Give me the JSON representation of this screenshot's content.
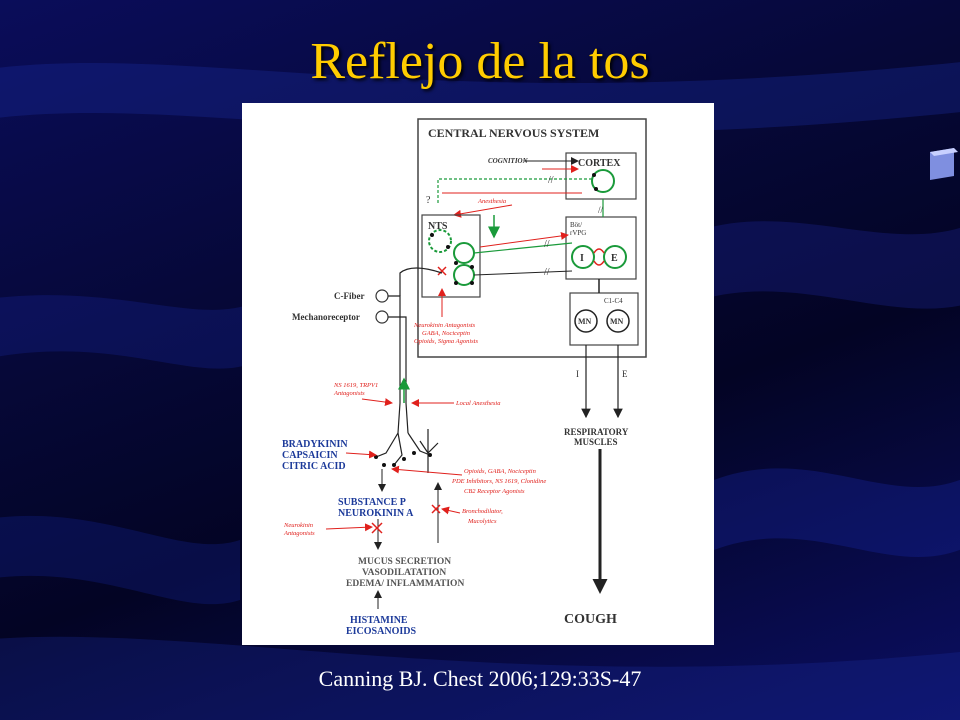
{
  "slide": {
    "title": "Reflejo de la tos",
    "citation": "Canning BJ. Chest 2006;129:33S-47"
  },
  "diagram": {
    "central_nervous_system": "CENTRAL NERVOUS SYSTEM",
    "cortex": "CORTEX",
    "cognition": "COGNITION",
    "question_mark": "?",
    "nts": "NTS",
    "anesthesia": "Anesthesia",
    "botzinger_line1": "Böt/",
    "botzinger_line2": "rVPG",
    "inspiratory_neuron": "I",
    "expiratory_neuron": "E",
    "c1_c4": "C1-C4",
    "motor_neuron_left": "MN",
    "motor_neuron_right": "MN",
    "c_fiber": "C-Fiber",
    "mechanoreceptor": "Mechanoreceptor",
    "nts_inhibitors_line1": "Neurokinin Antagonists",
    "nts_inhibitors_line2": "GABA, Nociceptin",
    "nts_inhibitors_line3": "Opioids, Sigma Agonists",
    "trpv1_line1": "NS 1619, TRPV1",
    "trpv1_line2": "Antagonists",
    "local_anesthesia": "Local Anesthesia",
    "pathway_i": "I",
    "pathway_e": "E",
    "respiratory_muscles_line1": "RESPIRATORY",
    "respiratory_muscles_line2": "MUSCLES",
    "stimuli_line1": "BRADYKININ",
    "stimuli_line2": "CAPSAICIN",
    "stimuli_line3": "CITRIC ACID",
    "peripheral_inhibitors_line1": "Opioids, GABA, Nociceptin",
    "peripheral_inhibitors_line2": "PDE Inhibitors, NS 1619, Clonidine",
    "peripheral_inhibitors_line3": "CB2 Receptor Agonists",
    "neuropeptides_line1": "SUBSTANCE P",
    "neuropeptides_line2": "NEUROKININ A",
    "bronchodilator_line1": "Bronchodilator,",
    "bronchodilator_line2": "Mucolytics",
    "neurokinin_antagonists_line1": "Neurokinin",
    "neurokinin_antagonists_line2": "Antagonists",
    "effects_line1": "MUCUS SECRETION",
    "effects_line2": "VASODILATATION",
    "effects_line3": "EDEMA/ INFLAMMATION",
    "mediators_line1": "HISTAMINE",
    "mediators_line2": "EICOSANOIDS",
    "cough": "COUGH"
  },
  "colors": {
    "title": "#ffcc00",
    "inhibitor_arrows": "#e0201c",
    "excitatory_pathway": "#1a9a3a",
    "stimulus_text": "#1c3a9a",
    "neuron_dots": "#111111"
  }
}
